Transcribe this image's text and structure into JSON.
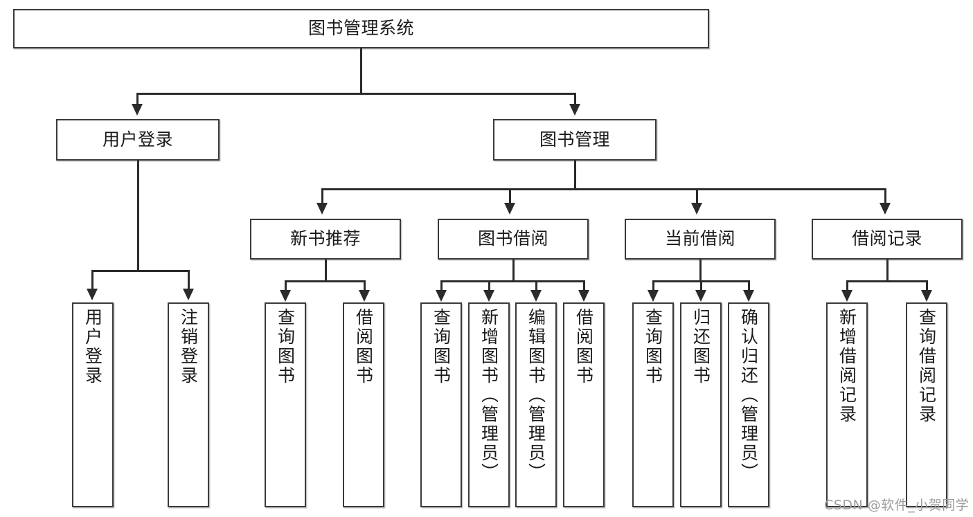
{
  "diagram": {
    "title": "图书管理系统",
    "type": "tree",
    "root": {
      "id": "root",
      "label": "图书管理系统"
    },
    "level2": [
      {
        "id": "user-login",
        "label": "用户登录"
      },
      {
        "id": "book-manage",
        "label": "图书管理"
      }
    ],
    "level3": [
      {
        "id": "new-book-rec",
        "label": "新书推荐",
        "parent": "book-manage"
      },
      {
        "id": "book-borrow",
        "label": "图书借阅",
        "parent": "book-manage"
      },
      {
        "id": "current-borrow",
        "label": "当前借阅",
        "parent": "book-manage"
      },
      {
        "id": "borrow-record",
        "label": "借阅记录",
        "parent": "book-manage"
      }
    ],
    "leaves": {
      "user_login": [
        {
          "id": "leaf-user-login",
          "label": "用户登录"
        },
        {
          "id": "leaf-user-logout",
          "label": "注销登录"
        }
      ],
      "new_book_rec": [
        {
          "id": "leaf-query-book-1",
          "label": "查询图书"
        },
        {
          "id": "leaf-borrow-book-1",
          "label": "借阅图书"
        }
      ],
      "book_borrow": [
        {
          "id": "leaf-query-book-2",
          "label": "查询图书"
        },
        {
          "id": "leaf-add-book",
          "label": "新增图书（管理员）"
        },
        {
          "id": "leaf-edit-book",
          "label": "编辑图书（管理员）"
        },
        {
          "id": "leaf-borrow-book-2",
          "label": "借阅图书"
        }
      ],
      "current_borrow": [
        {
          "id": "leaf-query-book-3",
          "label": "查询图书"
        },
        {
          "id": "leaf-return-book",
          "label": "归还图书"
        },
        {
          "id": "leaf-confirm-return",
          "label": "确认归还（管理员）"
        }
      ],
      "borrow_record": [
        {
          "id": "leaf-add-record",
          "label": "新增借阅记录"
        },
        {
          "id": "leaf-query-record",
          "label": "查询借阅记录"
        }
      ]
    }
  },
  "watermark": {
    "text": "CSDN @软件_小贺同学"
  },
  "colors": {
    "box_border": "#3a3a3a",
    "line": "#2b2b2b",
    "text": "#1b1b1b",
    "background": "#ffffff",
    "watermark": "#9d9d9d"
  }
}
